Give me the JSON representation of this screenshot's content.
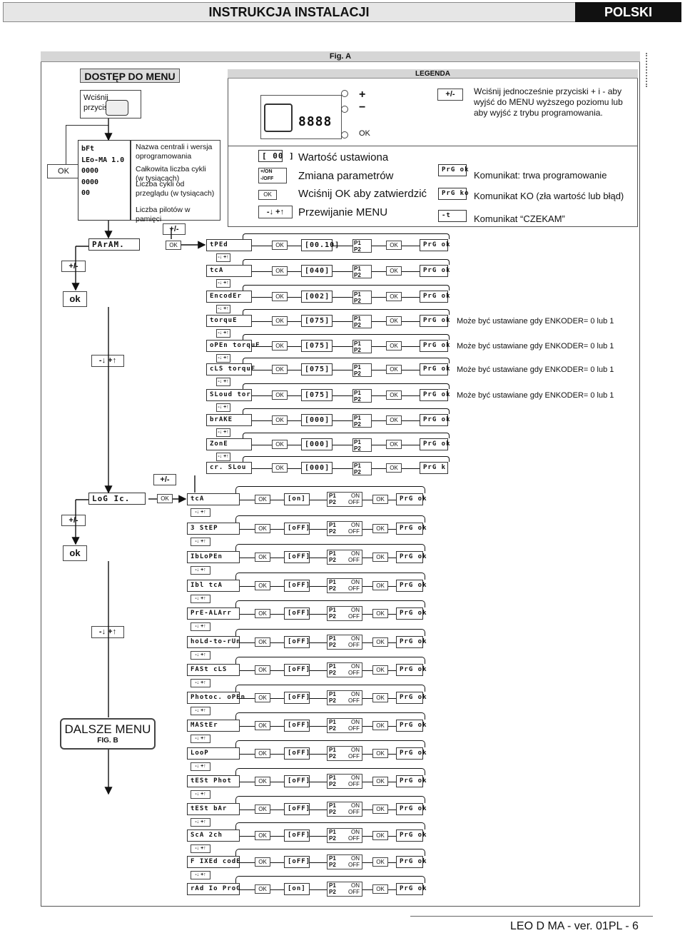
{
  "header": {
    "title": "INSTRUKCJA INSTALACJI",
    "language": "POLSKI"
  },
  "figure": {
    "label": "Fig. A"
  },
  "access": {
    "title": "DOSTĘP DO MENU",
    "instruction": "Wciśnij przycisk OK"
  },
  "legend": {
    "title": "LEGENDA",
    "board_labels": {
      "plus": "+",
      "minus": "−",
      "ok": "OK",
      "display": "8888"
    },
    "plusminus_symbol": "+/-",
    "plusminus_text": "Wciśnij jednocześnie przyciski + i - aby wyjść do MENU wyższego poziomu lub aby wyjść z trybu programowania.",
    "items": [
      {
        "symbol": "[ 00 ]",
        "text": "Wartość ustawiona"
      },
      {
        "symbol": "+/ON  -/OFF",
        "text": "Zmiana parametrów"
      },
      {
        "symbol": "OK",
        "text": "Wciśnij OK aby zatwierdzić"
      },
      {
        "symbol": "-↓ +↑",
        "text": "Przewijanie MENU"
      }
    ],
    "messages": [
      {
        "symbol": "PrG ok",
        "text": "Komunikat: trwa programowanie"
      },
      {
        "symbol": "PrG ko",
        "text": "Komunikat KO (zła wartość lub błąd)"
      },
      {
        "symbol": "-t",
        "text": "Komunikat “CZEKAM”"
      }
    ]
  },
  "startup": {
    "ok": "OK",
    "display_lines": [
      "bFt",
      "LEo-MA 1.0",
      "0000",
      "0000",
      "00"
    ],
    "notes": [
      "Nazwa centrali i wersja oprogramowania",
      "Całkowita liczba cykli (w tysiącach)",
      "Liczba cykli od przeglądu (w tysiącach)",
      "Liczba pilotów w pamięci"
    ]
  },
  "common": {
    "ok": "OK",
    "plusminus": "+/-",
    "scroll": "-↓ +↑",
    "prg_ok": "PrG ok",
    "p1": "P1",
    "p2": "P2",
    "plus": "+",
    "minus": "-",
    "on": "ON",
    "off": "OFF",
    "big_ok": "ok"
  },
  "param_menu": {
    "name": "PArAM.",
    "rows": [
      {
        "name": "tPEd",
        "value": "[00.10]",
        "note": ""
      },
      {
        "name": "tcA",
        "value": "[040]",
        "note": ""
      },
      {
        "name": "EncodEr",
        "value": "[002]",
        "note": ""
      },
      {
        "name": "torquE",
        "value": "[075]",
        "note": "Może być ustawiane gdy ENKODER= 0 lub 1"
      },
      {
        "name": "oPEn torquE",
        "value": "[075]",
        "note": "Może być ustawiane gdy ENKODER= 0 lub 1"
      },
      {
        "name": "cLS torquE",
        "value": "[075]",
        "note": "Może być ustawiane gdy ENKODER= 0 lub 1"
      },
      {
        "name": "SLoud tor",
        "value": "[075]",
        "note": "Może być ustawiane gdy ENKODER= 0 lub 1"
      },
      {
        "name": "brAKE",
        "value": "[000]",
        "note": ""
      },
      {
        "name": "ZonE",
        "value": "[000]",
        "note": ""
      },
      {
        "name": "cr. SLou",
        "value": "[000]",
        "note": ""
      }
    ],
    "last_prg": "PrG  k"
  },
  "logic_menu": {
    "name": "LoG Ic.",
    "rows": [
      {
        "name": "tcA",
        "value": "[on]"
      },
      {
        "name": "3 StEP",
        "value": "[oFF]"
      },
      {
        "name": "IbLoPEn",
        "value": "[oFF]"
      },
      {
        "name": "Ibl tcA",
        "value": "[oFF]"
      },
      {
        "name": "PrE-ALArr",
        "value": "[oFF]"
      },
      {
        "name": "hoLd-to-rUn",
        "value": "[oFF]"
      },
      {
        "name": "FASt cLS",
        "value": "[oFF]"
      },
      {
        "name": "Photoc. oPEn",
        "value": "[oFF]"
      },
      {
        "name": "MAStEr",
        "value": "[oFF]"
      },
      {
        "name": "LooP",
        "value": "[oFF]"
      },
      {
        "name": "tESt Phot",
        "value": "[oFF]"
      },
      {
        "name": "tESt bAr",
        "value": "[oFF]"
      },
      {
        "name": "ScA 2ch",
        "value": "[oFF]"
      },
      {
        "name": "F IXEd codE",
        "value": "[oFF]"
      },
      {
        "name": "rAd Io ProG",
        "value": "[on]"
      }
    ]
  },
  "further": {
    "title": "DALSZE MENU",
    "subtitle": "FIG. B"
  },
  "footer": {
    "text": "LEO D MA - ver. 01PL - 6"
  }
}
